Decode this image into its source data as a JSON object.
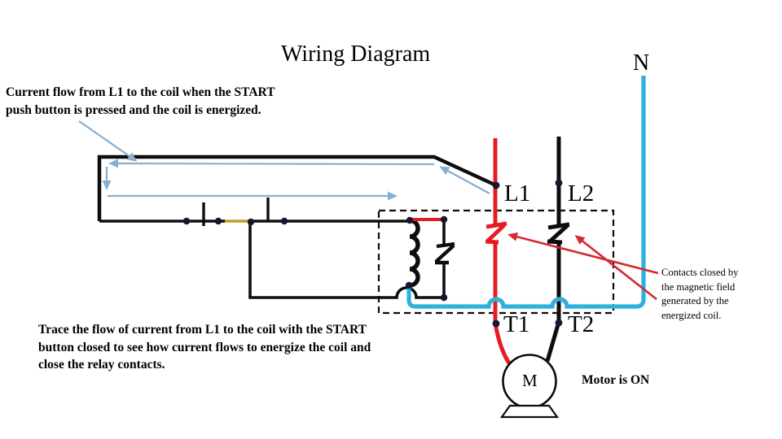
{
  "slide": {
    "title": "Wiring Diagram",
    "neutral_label": "N",
    "top_note": "Current flow from L1 to the coil when the START\npush button is pressed and the coil is energized.",
    "bottom_note": "Trace the flow of current from L1 to the coil with the START\nbutton closed to see how current flows to energize the coil and\nclose the relay contacts.",
    "contacts_note": "Contacts closed by\nthe magnetic field\ngenerated by the\nenergized coil.",
    "motor_status": "Motor is ON",
    "motor_label": "M",
    "terminals": {
      "l1": "L1",
      "l2": "L2",
      "t1": "T1",
      "t2": "T2"
    }
  },
  "icons": {
    "coil": "coil-spring-symbol",
    "contacts": "closed-contact-symbol",
    "motor": "motor-circle-symbol",
    "flow_arrows": "current-flow-arrows"
  },
  "colors": {
    "wire-red": "#e41d25",
    "wire-cyan": "#2fb1dc",
    "arrow-blue": "#8aaecd",
    "arrow-red": "#d42a30",
    "gold": "#c49b27",
    "wire-black": "#0d0d0d",
    "dot": "#16162e"
  }
}
